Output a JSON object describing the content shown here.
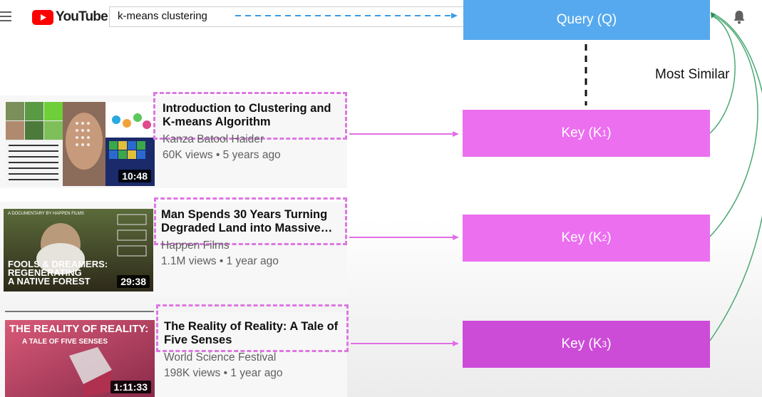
{
  "header": {
    "logo_text": "YouTube",
    "search_value": "k-means clustering"
  },
  "diagram": {
    "query_label": "Query (Q)",
    "most_similar_label": "Most Similar",
    "keys": [
      {
        "label": "Key (K",
        "sub": "1",
        "close": ")"
      },
      {
        "label": "Key (K",
        "sub": "2",
        "close": ")"
      },
      {
        "label": "Key (K",
        "sub": "3",
        "close": ")"
      }
    ]
  },
  "videos": [
    {
      "title_line1": "Introduction to Clustering and",
      "title_line2": "K-means Algorithm",
      "channel": "Kanza Batool Haider",
      "meta": "60K views • 5 years ago",
      "duration": "10:48"
    },
    {
      "title_line1": "Man Spends 30 Years Turning",
      "title_line2": "Degraded Land into Massive…",
      "channel": "Happen Films",
      "meta": "1.1M views • 1 year ago",
      "duration": "29:38",
      "thumb_text_small": "A DOCUMENTARY BY HAPPEN FILMS",
      "thumb_text_l1": "FOOLS & DREAMERS:",
      "thumb_text_l2": "REGENERATING",
      "thumb_text_l3": "A NATIVE FOREST"
    },
    {
      "title_line1": "The Reality of Reality: A Tale of",
      "title_line2": "Five Senses",
      "channel": "World Science Festival",
      "meta": "198K views • 1 year ago",
      "duration": "1:11:33",
      "thumb_text_l1": "THE REALITY OF REALITY:",
      "thumb_text_l2": "A TALE OF FIVE SENSES"
    }
  ],
  "colors": {
    "query": "#56a9ee",
    "key": "#ec6ff0",
    "key_dark": "#cc4cd8",
    "highlight": "#dc78e2",
    "arrow_blue": "#3a9be5",
    "arc_green": "#4aa874"
  }
}
